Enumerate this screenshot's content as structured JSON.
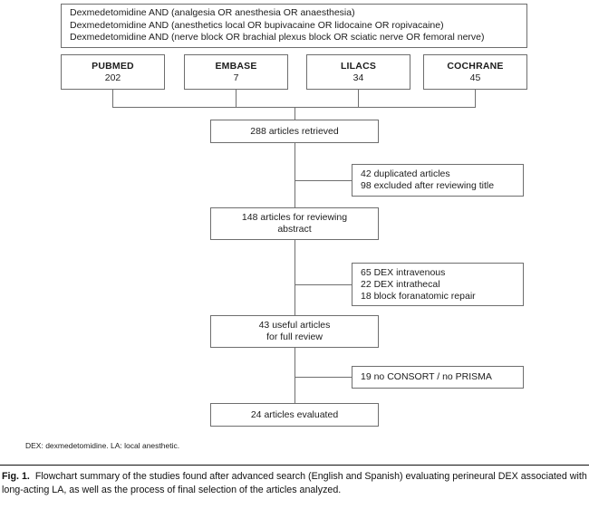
{
  "figure": {
    "query_box": {
      "lines": [
        "Dexmedetomidine AND (analgesia OR anesthesia OR anaesthesia)",
        "Dexmedetomidine AND (anesthetics local OR bupivacaine OR lidocaine OR ropivacaine)",
        "Dexmedetomidine AND (nerve block OR brachial plexus block OR sciatic nerve OR femoral nerve)"
      ]
    },
    "databases": [
      {
        "name": "PUBMED",
        "count": "202"
      },
      {
        "name": "EMBASE",
        "count": "7"
      },
      {
        "name": "LILACS",
        "count": "34"
      },
      {
        "name": "COCHRANE",
        "count": "45"
      }
    ],
    "main_steps": [
      {
        "lines": [
          "288 articles retrieved"
        ]
      },
      {
        "lines": [
          "148 articles for reviewing",
          "abstract"
        ]
      },
      {
        "lines": [
          "43 useful articles",
          "for full review"
        ]
      },
      {
        "lines": [
          "24 articles evaluated"
        ]
      }
    ],
    "exclusions": [
      {
        "lines": [
          "42 duplicated articles",
          "98 excluded after reviewing title"
        ]
      },
      {
        "lines": [
          "65 DEX intravenous",
          "22 DEX intrathecal",
          "18 block foranatomic repair"
        ]
      },
      {
        "lines": [
          "19 no CONSORT / no PRISMA"
        ]
      }
    ],
    "footnote": "DEX: dexmedetomidine. LA: local anesthetic.",
    "caption": {
      "label": "Fig. 1.",
      "text": "Flowchart summary of the studies found after advanced search (English and Spanish) evaluating perineural DEX associated with long-acting LA, as well as the process of final selection of the articles analyzed."
    }
  },
  "colors": {
    "box_border": "#6e6e6e",
    "line": "#6e6e6e",
    "text": "#1c1c1c",
    "caption_rule": "#111111",
    "background": "#ffffff"
  }
}
